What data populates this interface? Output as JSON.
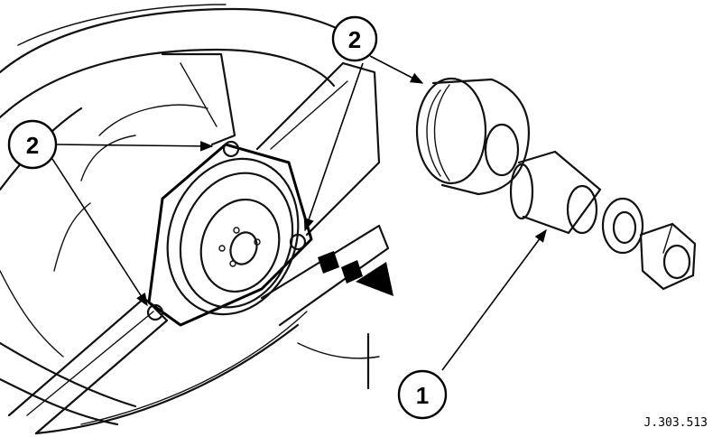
{
  "callouts": [
    {
      "id": "c1",
      "label": "2"
    },
    {
      "id": "c2",
      "label": "2"
    },
    {
      "id": "c3",
      "label": "1"
    }
  ],
  "reference_code": "J.303.513",
  "colors": {
    "ink": "#000000",
    "paper": "#ffffff"
  }
}
